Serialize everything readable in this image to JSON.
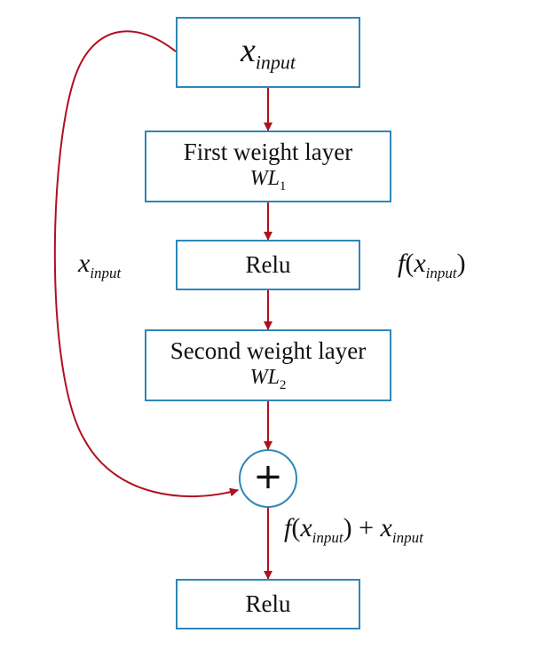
{
  "colors": {
    "box_border": "#2e86b8",
    "arrow": "#b0101e",
    "text": "#111111"
  },
  "input_box": {
    "var": "x",
    "sub": "input"
  },
  "first_layer": {
    "title": "First weight layer",
    "sym": "WL",
    "sub": "1"
  },
  "relu_1": {
    "title": "Relu"
  },
  "relu_side_label": {
    "fn": "f",
    "var": "x",
    "sub": "input"
  },
  "second_layer": {
    "title": "Second weight layer",
    "sym": "WL",
    "sub": "2"
  },
  "skip_label": {
    "var": "x",
    "sub": "input"
  },
  "add_node": {
    "symbol": "+"
  },
  "sum_label": {
    "fn": "f",
    "var": "x",
    "sub": "input",
    "plus": "+",
    "var2": "x",
    "sub2": "input"
  },
  "relu_2": {
    "title": "Relu"
  }
}
